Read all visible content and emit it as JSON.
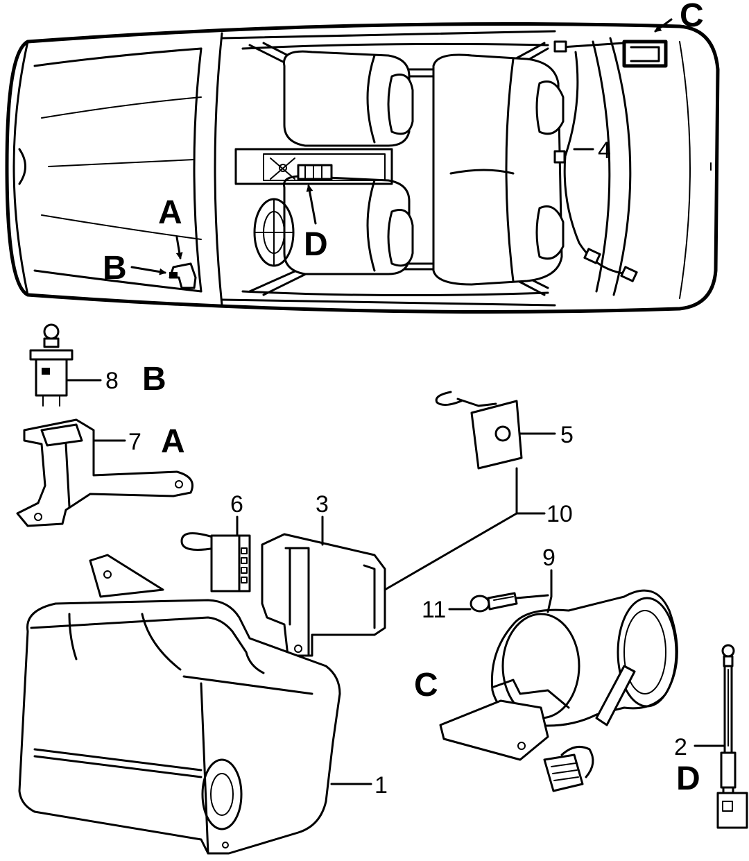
{
  "callouts": {
    "c1": "1",
    "c2": "2",
    "c3": "3",
    "c4": "4",
    "c5": "5",
    "c6": "6",
    "c7": "7",
    "c8": "8",
    "c9": "9",
    "c10": "10",
    "c11": "11"
  },
  "locations": {
    "car_a": "A",
    "car_b": "B",
    "car_c": "C",
    "car_d": "D",
    "part_a": "A",
    "part_b": "B",
    "part_c": "C",
    "part_d": "D"
  }
}
